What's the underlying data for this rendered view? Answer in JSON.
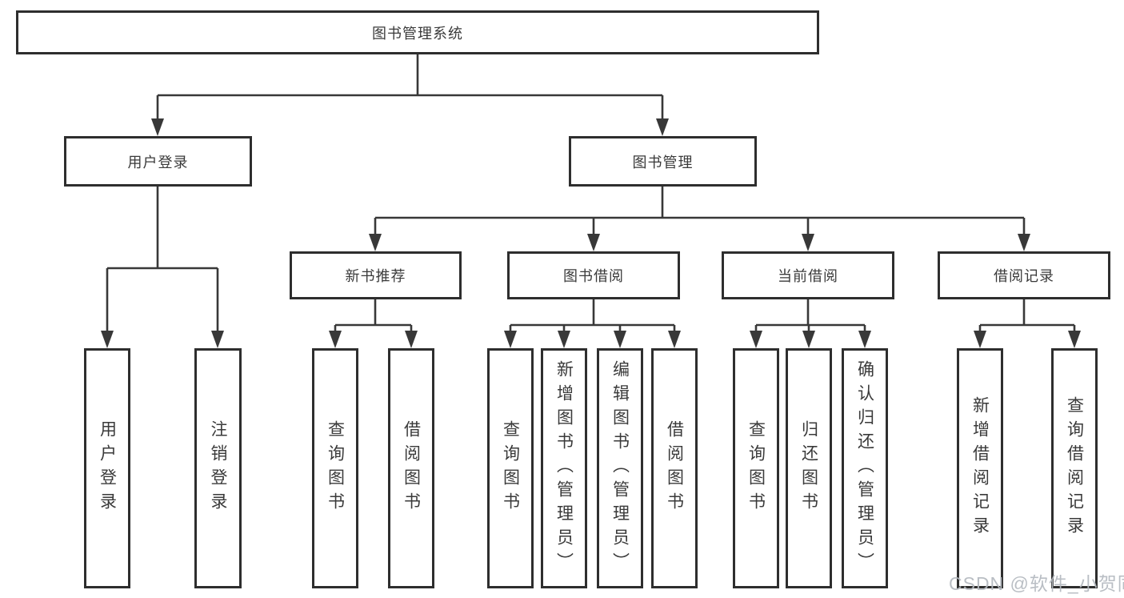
{
  "nodes": {
    "root": "图书管理系统",
    "user_login": "用户登录",
    "book_mgmt": "图书管理",
    "new_book_rec": "新书推荐",
    "book_borrow": "图书借阅",
    "current_borrow": "当前借阅",
    "borrow_record": "借阅记录",
    "ul_user_login": "用户登录",
    "ul_logout": "注销登录",
    "nbr_query_book": "查询图书",
    "nbr_borrow_book": "借阅图书",
    "bb_query_book": "查询图书",
    "bb_add_book": "新增图书（管理员）",
    "bb_edit_book": "编辑图书（管理员）",
    "bb_borrow_book": "借阅图书",
    "cb_query_book": "查询图书",
    "cb_return_book": "归还图书",
    "cb_confirm_return": "确认归还（管理员）",
    "br_add_record": "新增借阅记录",
    "br_query_record": "查询借阅记录"
  },
  "watermark": "CSDN @软件_小贺同学",
  "colors": {
    "line": "#383838",
    "box_border": "#2e2e2e",
    "text": "#3a3a3a",
    "watermark": "#b4b9bf",
    "background": "#ffffff"
  }
}
